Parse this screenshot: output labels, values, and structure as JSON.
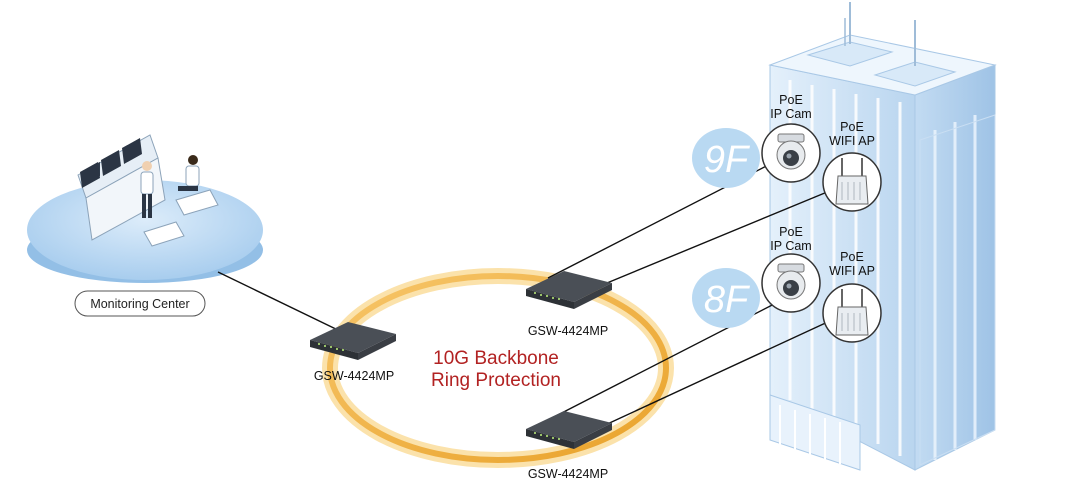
{
  "monitoring_center": {
    "label": "Monitoring Center"
  },
  "ring": {
    "label_line1": "10G Backbone",
    "label_line2": "Ring Protection",
    "color": "#f0b030",
    "label_color": "#b22222"
  },
  "switches": [
    {
      "id": "left",
      "model": "GSW-4424MP"
    },
    {
      "id": "top",
      "model": "GSW-4424MP"
    },
    {
      "id": "bottom",
      "model": "GSW-4424MP"
    }
  ],
  "floors": [
    {
      "label": "9F",
      "camera": {
        "line1": "PoE",
        "line2": "IP Cam"
      },
      "ap": {
        "line1": "PoE",
        "line2": "WIFI AP"
      }
    },
    {
      "label": "8F",
      "camera": {
        "line1": "PoE",
        "line2": "IP Cam"
      },
      "ap": {
        "line1": "PoE",
        "line2": "WIFI AP"
      }
    }
  ],
  "colors": {
    "building": "#cfe3f7",
    "floor_bubble": "#b9d9f2",
    "platform": "#b8d8f2"
  }
}
